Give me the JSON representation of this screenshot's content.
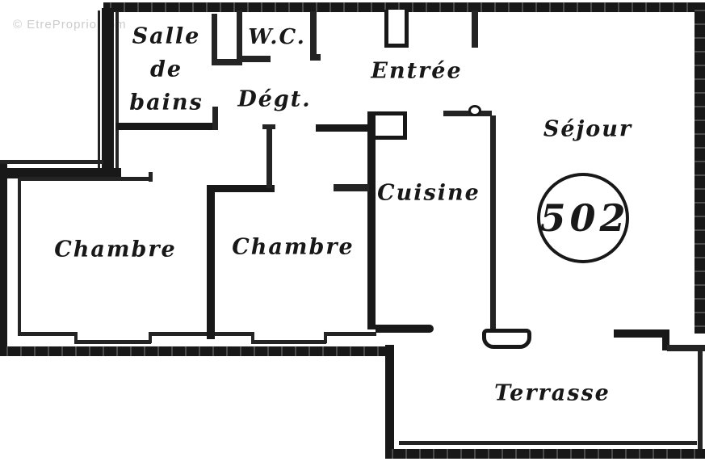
{
  "watermark": "© EtreProprio.com",
  "unit_badge": {
    "number": "502"
  },
  "rooms": {
    "salle_de_bains": {
      "label_lines": [
        "Salle",
        "de",
        "bains"
      ]
    },
    "wc": {
      "label": "W.C."
    },
    "degt": {
      "label": "Dégt."
    },
    "entree": {
      "label": "Entrée"
    },
    "sejour": {
      "label": "Séjour"
    },
    "cuisine": {
      "label": "Cuisine"
    },
    "chambre_left": {
      "label": "Chambre"
    },
    "chambre_middle": {
      "label": "Chambre"
    },
    "terrasse": {
      "label": "Terrasse"
    }
  },
  "colors": {
    "ink": "#181818",
    "paper": "#ffffff",
    "watermark": "#c4c4c4"
  }
}
